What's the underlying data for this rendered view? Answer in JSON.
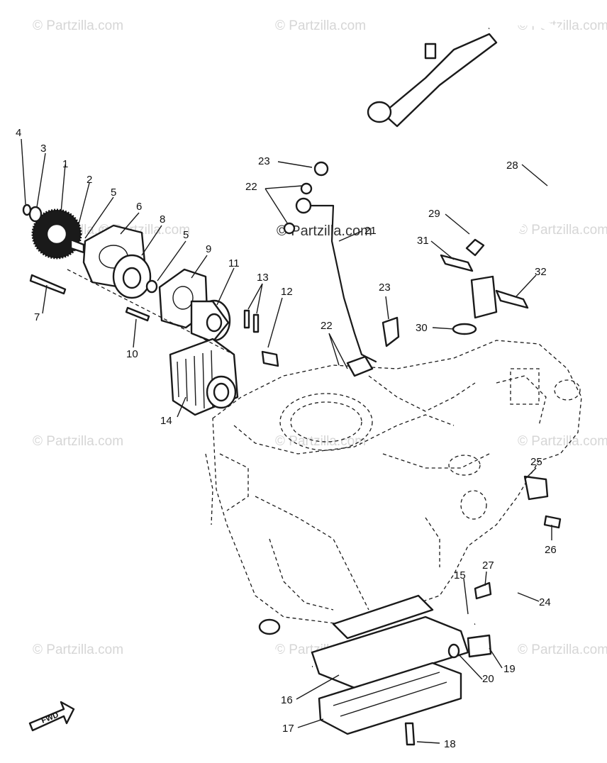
{
  "watermarks": [
    "© Partzilla.com",
    "© Partzilla.com",
    "© Partzilla.com",
    "© Partzilla.com",
    "© Partzilla.com",
    "© Partzilla.com",
    "© Partzilla.com",
    "© Partzilla.com",
    "© Partzilla.com",
    "© Partzilla.com",
    "© Partzilla.com",
    "© Partzilla.com",
    "© Partzilla.com"
  ],
  "callouts": {
    "c1": "1",
    "c2": "2",
    "c3": "3",
    "c4": "4",
    "c5a": "5",
    "c5b": "5",
    "c6": "6",
    "c7": "7",
    "c8": "8",
    "c9": "9",
    "c10": "10",
    "c11": "11",
    "c12": "12",
    "c13": "13",
    "c14": "14",
    "c15": "15",
    "c16": "16",
    "c17": "17",
    "c18": "18",
    "c19": "19",
    "c20": "20",
    "c21": "21",
    "c22a": "22",
    "c22b": "22",
    "c23a": "23",
    "c23b": "23",
    "c24": "24",
    "c25": "25",
    "c26": "26",
    "c27": "27",
    "c28": "28",
    "c29": "29",
    "c30": "30",
    "c31": "31",
    "c32": "32"
  },
  "fwd_label": "FWD"
}
